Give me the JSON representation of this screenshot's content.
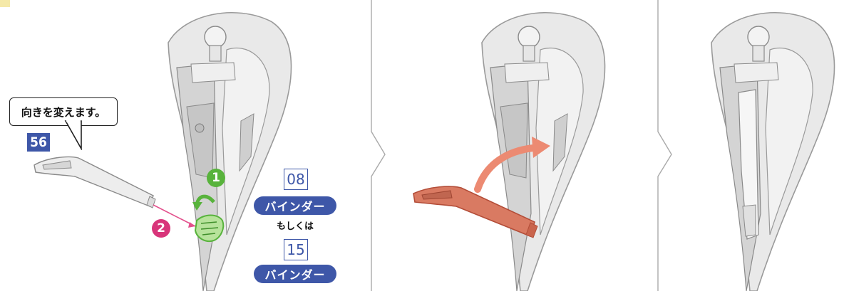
{
  "step1": {
    "callout_text": "向きを変えます。",
    "part_number": "56",
    "step_markers": [
      "1",
      "2"
    ],
    "options": [
      {
        "part_box": "08",
        "part_name": "バインダー"
      },
      {
        "part_box": "15",
        "part_name": "バインダー"
      }
    ],
    "or_text": "もしくは"
  },
  "colors": {
    "accent_blue": "#3e57a8",
    "step1_green": "#58b33c",
    "step2_pink": "#d8357a",
    "highlight_orange": "#d97a62",
    "arrow_salmon": "#ec8a72"
  }
}
